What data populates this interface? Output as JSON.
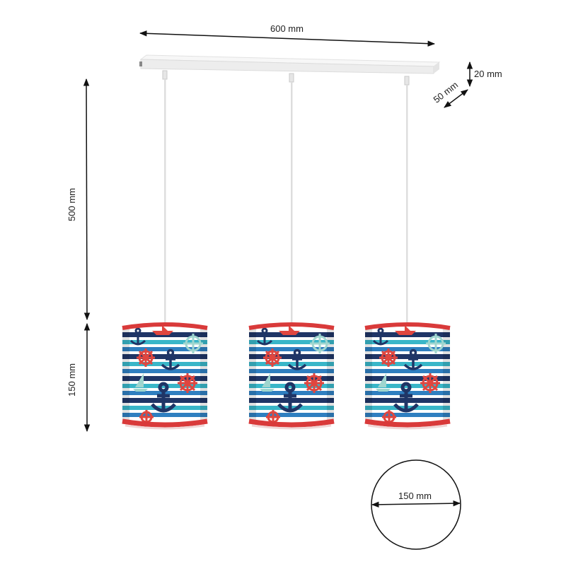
{
  "product": {
    "type": "3-light pendant ceiling lamp",
    "shade_count": 3,
    "shade_pattern": "nautical stripes with anchors, ship wheels and sailboats",
    "colors": {
      "canopy": "#f2f2f2",
      "cord": "#e8e8e8",
      "shade_trim": "#d93a3a",
      "stripe_navy": "#1f3566",
      "stripe_blue": "#2f7fc0",
      "stripe_teal": "#39b6c8",
      "stripe_white": "#ffffff",
      "motif_red": "#e0463f",
      "motif_mint": "#9fd6cf",
      "dimension_line": "#111111"
    }
  },
  "dimensions": {
    "canopy_length": {
      "label": "600 mm",
      "value": 600,
      "unit": "mm"
    },
    "canopy_height": {
      "label": "20 mm",
      "value": 20,
      "unit": "mm"
    },
    "canopy_depth": {
      "label": "50 mm",
      "value": 50,
      "unit": "mm"
    },
    "cord_length": {
      "label": "500 mm",
      "value": 500,
      "unit": "mm"
    },
    "shade_height": {
      "label": "150 mm",
      "value": 150,
      "unit": "mm"
    },
    "shade_diameter": {
      "label": "150 mm",
      "value": 150,
      "unit": "mm"
    }
  }
}
